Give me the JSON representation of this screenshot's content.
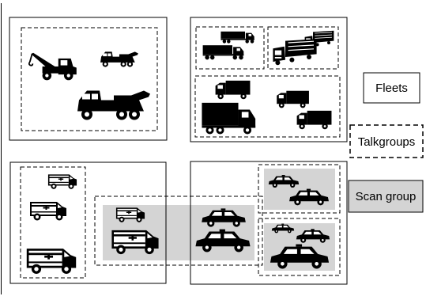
{
  "legend": {
    "fleets_label": "Fleets",
    "talkgroups_label": "Talkgroups",
    "scan_group_label": "Scan group"
  },
  "colors": {
    "line": "#000000",
    "vehicle": "#000000",
    "scan_group_fill": "#d4d4d4",
    "background": "#ffffff"
  },
  "fleets": [
    {
      "id": "fleet-tow-trucks",
      "icons": [
        "tow-truck-icon",
        "small-tow-truck-icon",
        "large-tow-truck-icon"
      ]
    },
    {
      "id": "fleet-freight-trucks",
      "icons": [
        "semi-truck-icon",
        "flatbed-truck-icon",
        "car-carrier-icon",
        "box-truck-icon",
        "delivery-truck-icon"
      ]
    },
    {
      "id": "fleet-ambulances",
      "icons": [
        "ambulance-icon"
      ]
    },
    {
      "id": "fleet-police",
      "icons": [
        "police-car-icon"
      ]
    }
  ]
}
